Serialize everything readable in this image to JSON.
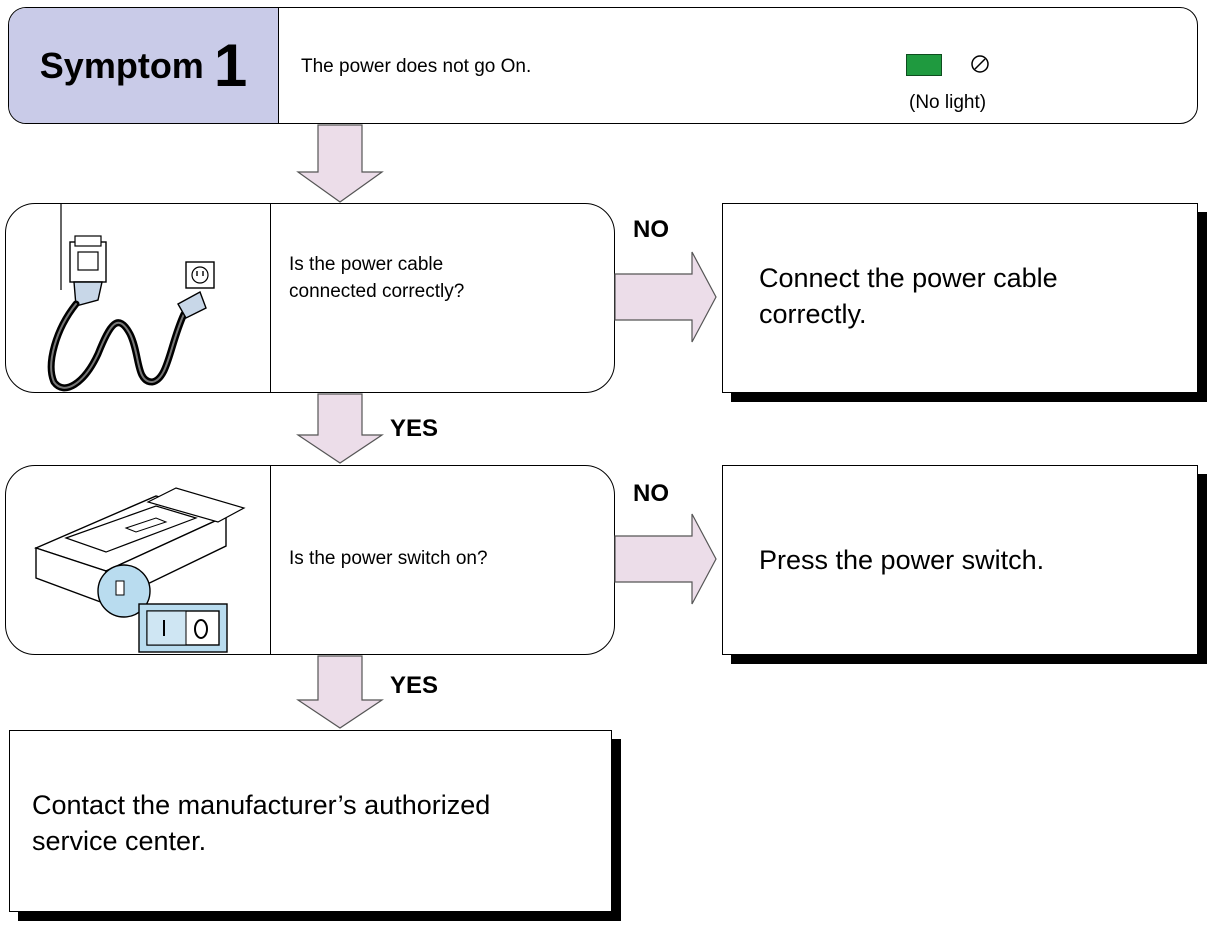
{
  "symptom": {
    "word": "Symptom",
    "number": "1",
    "description": "The power does not go On.",
    "indicator_note": "(No light)",
    "indicator_color": "#1f9a3f",
    "header_fill": "#c9cbe8"
  },
  "questions": [
    {
      "text_line1": "Is the power cable",
      "text_line2": "connected correctly?",
      "illustration": "power-cable-illustration"
    },
    {
      "text_line1": "Is the power switch on?",
      "illustration": "scanner-power-switch-illustration"
    }
  ],
  "answers": [
    {
      "line1": "Connect the power cable",
      "line2": "correctly."
    },
    {
      "line1": "Press the power switch."
    },
    {
      "line1": "Contact the manufacturer’s authorized",
      "line2": "service center."
    }
  ],
  "branch_labels": {
    "no_1": "NO",
    "yes_1": "YES",
    "no_2": "NO",
    "yes_2": "YES"
  },
  "arrow_fill": "#ecdde9",
  "switch_fill": "#b9dcef"
}
